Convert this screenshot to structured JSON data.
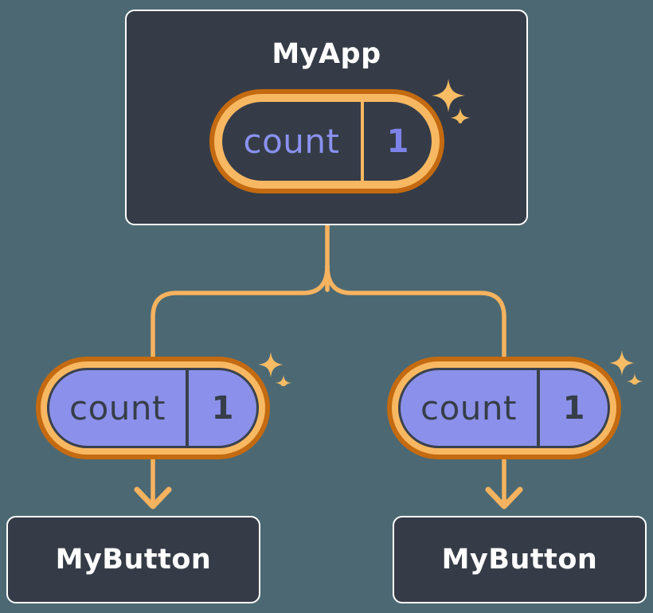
{
  "colors": {
    "bg": "#4C6973",
    "card-bg": "#353C47",
    "card-border": "#FFFFFF",
    "ring-outer": "#C46A10",
    "ring-inner": "#F8B862",
    "line": "#F6B35F",
    "sparkle": "#F8BC64",
    "pill-purple": "#8B91EA",
    "pill-outline": "#3A414C",
    "label-purple": "#8A91F0",
    "value-purple": "#7D83E8",
    "text-dark": "#363E49",
    "text-white": "#FFFFFF"
  },
  "root": {
    "title": "MyApp",
    "state": {
      "label": "count",
      "value": "1"
    }
  },
  "children": [
    {
      "title": "MyButton",
      "prop": {
        "label": "count",
        "value": "1"
      }
    },
    {
      "title": "MyButton",
      "prop": {
        "label": "count",
        "value": "1"
      }
    }
  ]
}
